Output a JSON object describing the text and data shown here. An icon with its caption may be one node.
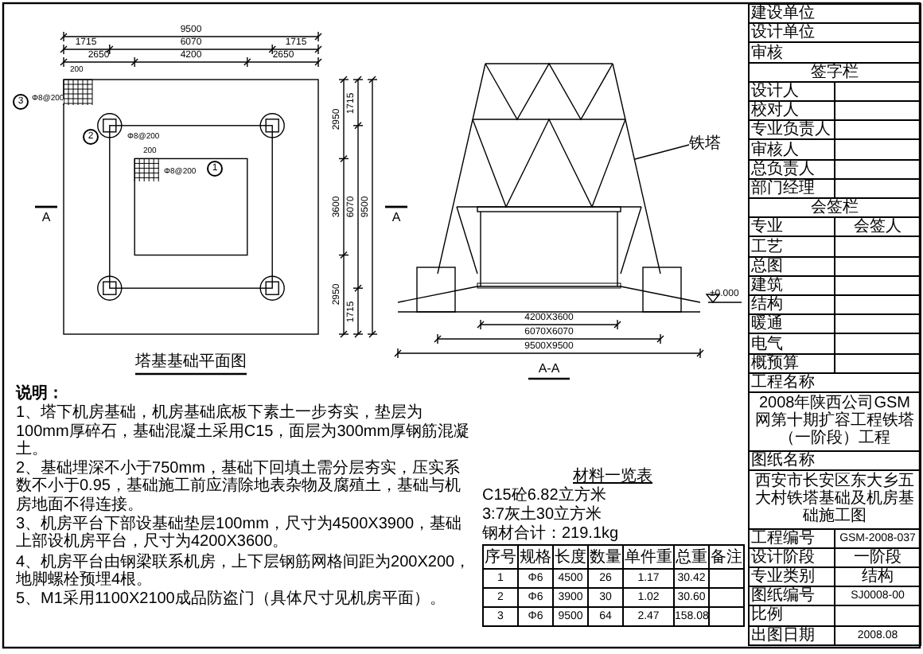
{
  "diagram": {
    "nodes": [
      {
        "text": [
          "铁塔"
        ]
      },
      {
        "text": [],
        "shape": "picture"
      }
    ],
    "edges": [
      {
        "from": 0,
        "to": 1,
        "arrow": "none"
      }
    ],
    "labels": [
      "9500",
      "1715",
      "6070",
      "1715",
      "2650",
      "4200",
      "2650",
      "200",
      "3",
      "Φ8@200",
      "2",
      "Φ8@200",
      "200",
      "Φ8@200",
      "1",
      "A",
      "A",
      "2950",
      "3600",
      "2950",
      "1715",
      "6070",
      "1715",
      "9500",
      "塔基基础平面图",
      "4200X3600",
      "6070X6070",
      "9500X9500",
      "±0.000",
      "A-A",
      "说明：",
      "1、塔下机房基础，机房基础底板下素土一步夯实，垫层为100mm厚碎石，基础混凝土采用C15，面层为300mm厚钢筋混凝土。",
      "2、基础埋深不小于750mm，基础下回填土需分层夯实，压实系数不小于0.95，基础施工前应清除地表杂物及腐殖土，基础与机房地面不得连接。",
      "3、机房平台下部设基础垫层100mm，尺寸为4500X3900，基础上部设机房平台，尺寸为4200X3600。",
      "4、机房平台由钢梁联系机房，上下层钢筋网格间距为200X200，地脚螺栓预埋4根。",
      "5、M1采用1100X2100成品防盗门（具体尺寸见机房平面）。",
      "材料一览表",
      "C15砼6.82立方米",
      "3:7灰土30立方米",
      "钢材合计：219.1kg",
      "序号",
      "规格",
      "长度",
      "数量",
      "单件重",
      "总重",
      "备注",
      "1",
      "Φ6",
      "4500",
      "26",
      "1.17",
      "30.42",
      "2",
      "Φ6",
      "3900",
      "30",
      "1.02",
      "30.60",
      "3",
      "Φ6",
      "9500",
      "64",
      "2.47",
      "158.08",
      "建设单位",
      "设计单位",
      "审核",
      "签字栏",
      "设计人",
      "校对人",
      "专业负责人",
      "审核人",
      "总负责人",
      "部门经理",
      "会签栏",
      "专业",
      "会签人",
      "工艺",
      "总图",
      "建筑",
      "结构",
      "暖通",
      "电气",
      "概预算",
      "工程名称",
      "2008年陕西公司GSM网第十期扩容工程铁塔（一阶段）工程",
      "图纸名称",
      "西安市长安区东大乡五大村铁塔基础及机房基础施工图",
      "工程编号",
      "GSM-2008-037",
      "设计阶段",
      "一阶段",
      "专业类别",
      "结构",
      "图纸编号",
      "SJ0008-00",
      "比例",
      "出图日期",
      "2008.08"
    ]
  }
}
